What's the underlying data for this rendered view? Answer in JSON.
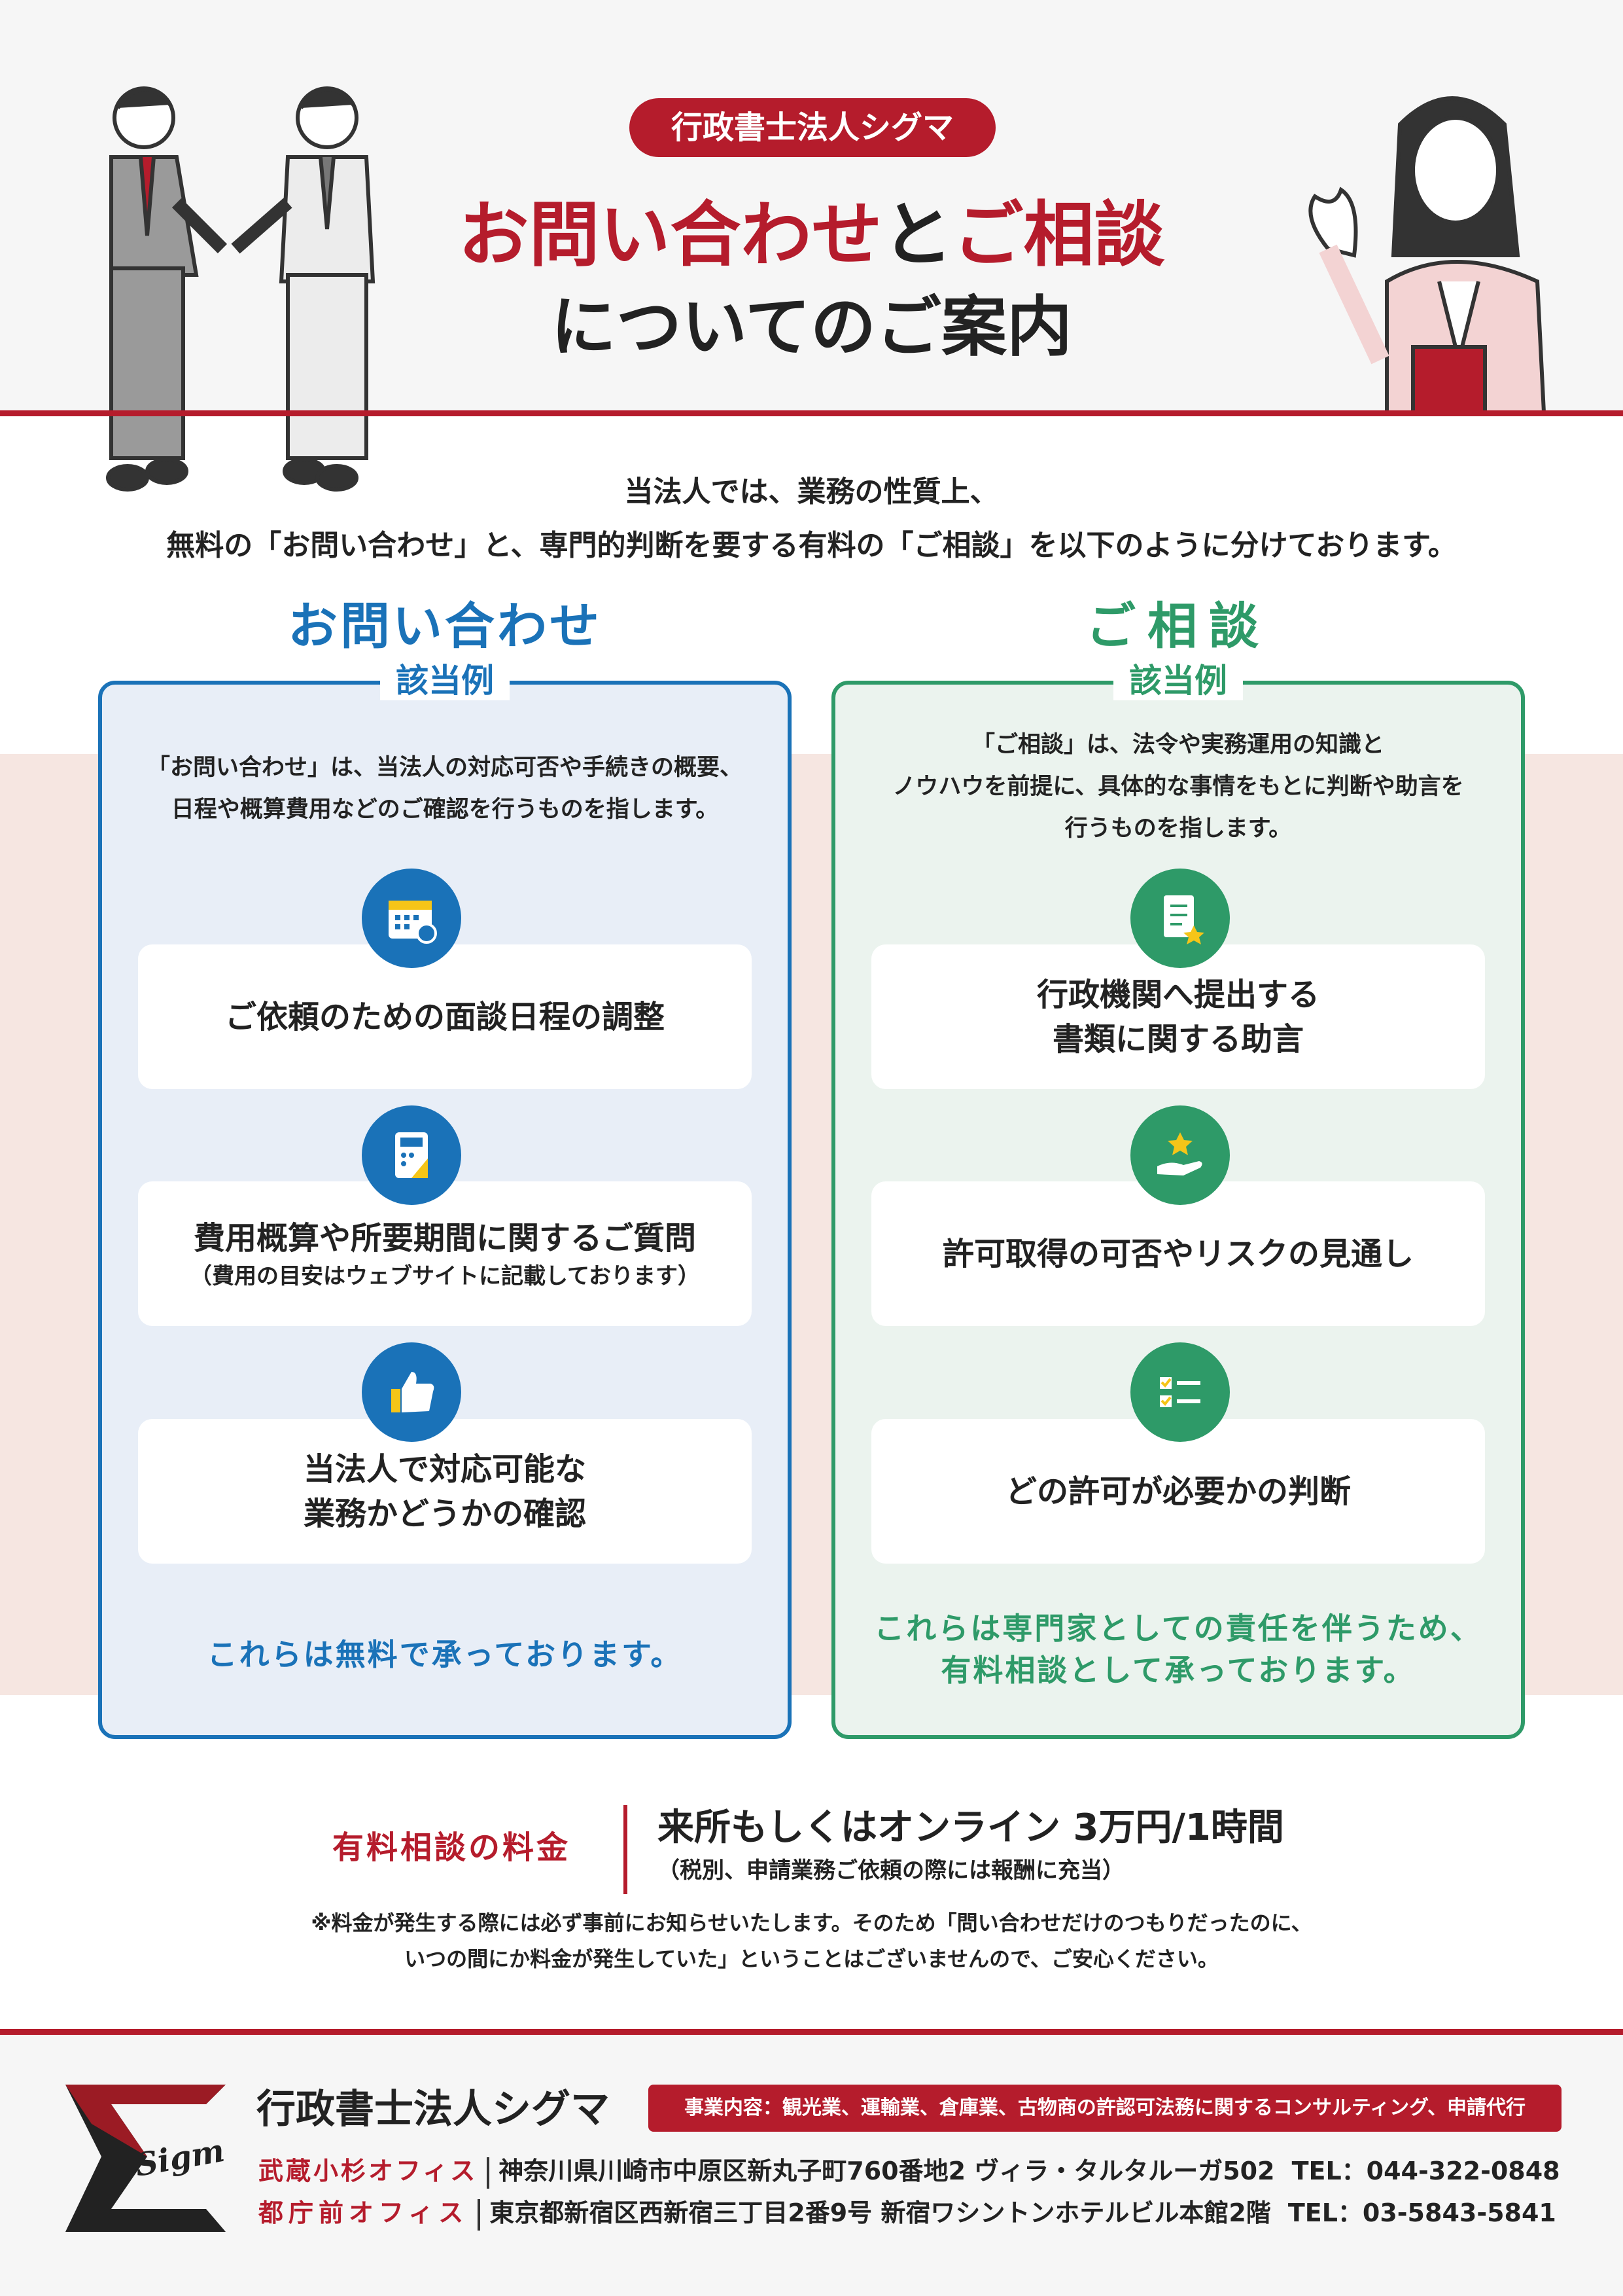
{
  "header": {
    "badge": "行政書士法人シグマ",
    "title_part1": "お問い合わせ",
    "title_and": "と",
    "title_part2": "ご相談",
    "subtitle": "についてのご案内"
  },
  "intro": {
    "line1": "当法人では、業務の性質上、",
    "line2": "無料の「お問い合わせ」と、専門的判断を要する有料の「ご相談」を以下のように分けております。"
  },
  "inquiry": {
    "heading": "お問い合わせ",
    "label": "該当例",
    "desc_line1": "「お問い合わせ」は、当法人の対応可否や手続きの概要、",
    "desc_line2": "日程や概算費用などのご確認を行うものを指します。",
    "items": [
      {
        "icon": "calendar-icon",
        "line1": "ご依頼のための面談日程の調整",
        "line2": ""
      },
      {
        "icon": "calculator-icon",
        "line1": "費用概算や所要期間に関するご質問",
        "note": "（費用の目安はウェブサイトに記載しております）"
      },
      {
        "icon": "thumbs-up-icon",
        "line1": "当法人で対応可能な",
        "line2": "業務かどうかの確認"
      }
    ],
    "footer": "これらは無料で承っております。",
    "color": "#1a72b8"
  },
  "consultation": {
    "heading": "ご相談",
    "label": "該当例",
    "desc_line1": "「ご相談」は、法令や実務運用の知識と",
    "desc_line2": "ノウハウを前提に、具体的な事情をもとに判断や助言を",
    "desc_line3": "行うものを指します。",
    "items": [
      {
        "icon": "document-star-icon",
        "line1": "行政機関へ提出する",
        "line2": "書類に関する助言"
      },
      {
        "icon": "hand-star-icon",
        "line1": "許可取得の可否やリスクの見通し",
        "line2": ""
      },
      {
        "icon": "checklist-icon",
        "line1": "どの許可が必要かの判断",
        "line2": ""
      }
    ],
    "footer_line1": "これらは専門家としての責任を伴うため、",
    "footer_line2": "有料相談として承っております。",
    "color": "#2e9a68"
  },
  "fee": {
    "label": "有料相談の料金",
    "main": "来所もしくはオンライン 3万円/1時間",
    "sub": "（税別、申請業務ご依頼の際には報酬に充当）",
    "note_line1": "※料金が発生する際には必ず事前にお知らせいたします。そのため「問い合わせだけのつもりだったのに、",
    "note_line2": "いつの間にか料金が発生していた」ということはございませんので、ご安心ください。"
  },
  "footer": {
    "logo_text": "Sigma",
    "company": "行政書士法人シグマ",
    "business": "事業内容：観光業、運輸業、倉庫業、古物商の許認可法務に関するコンサルティング、申請代行",
    "offices": [
      {
        "name": "武蔵小杉オフィス",
        "address": "神奈川県川崎市中原区新丸子町760番地2 ヴィラ・タルタルーガ502",
        "tel": "TEL：044-322-0848"
      },
      {
        "name": "都庁前オフィス",
        "address": "東京都新宿区西新宿三丁目2番9号 新宿ワシントンホテルビル本館2階",
        "tel": "TEL：03-5843-5841"
      }
    ]
  },
  "colors": {
    "brand_red": "#b51c2c",
    "blue": "#1a72b8",
    "green": "#2e9a68",
    "band": "#f6e6e1"
  }
}
